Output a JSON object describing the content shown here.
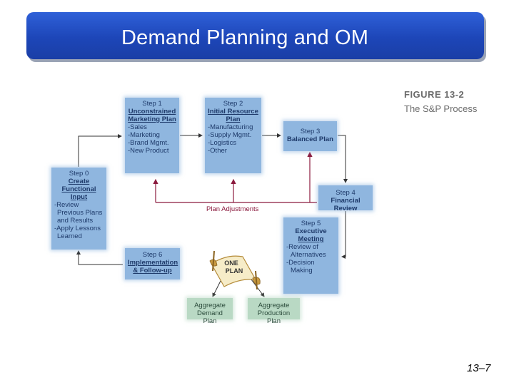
{
  "slide": {
    "title": "Demand Planning and OM",
    "page_number": "13–7"
  },
  "figure": {
    "label": "FIGURE 13-2",
    "caption": "The S&P Process"
  },
  "steps": {
    "step1": {
      "step": "Step 1",
      "heading_line1": "Unconstrained",
      "heading_line2": "Marketing Plan",
      "items": [
        "-Sales",
        "-Marketing",
        "-Brand Mgmt.",
        "-New Product"
      ]
    },
    "step2": {
      "step": "Step 2",
      "heading_line1": "Initial Resource",
      "heading_line2": "Plan",
      "items": [
        "-Manufacturing",
        "-Supply Mgmt.",
        "-Logistics",
        "-Other"
      ]
    },
    "step3": {
      "step": "Step 3",
      "heading_line1": "Balanced Plan"
    },
    "step0": {
      "step": "Step 0",
      "heading_line1": "Create",
      "heading_line2": "Functional Input",
      "items": [
        "-Review",
        " Previous Plans",
        " and Results",
        "-Apply Lessons",
        " Learned"
      ]
    },
    "step4": {
      "step": "Step 4",
      "heading_line1": "Financial Review"
    },
    "step5": {
      "step": "Step 5",
      "heading_line1": "Executive",
      "heading_line2": "Meeting",
      "items": [
        "-Review of",
        " Alternatives",
        "-Decision",
        " Making"
      ]
    },
    "step6": {
      "step": "Step 6",
      "heading_line1": "Implementation",
      "heading_line2": "& Follow-up"
    }
  },
  "plan_adjustments": "Plan Adjustments",
  "one_plan": {
    "line1": "ONE",
    "line2": "PLAN"
  },
  "outputs": {
    "demand": {
      "line1": "Aggregate",
      "line2": "Demand Plan"
    },
    "production": {
      "line1": "Aggregate",
      "line2": "Production Plan"
    }
  },
  "colors": {
    "title_bar": "#1d46b8",
    "box_fill": "#8fb6df",
    "output_fill": "#b9d9c4",
    "feedback_arrow": "#8b1a3e"
  }
}
